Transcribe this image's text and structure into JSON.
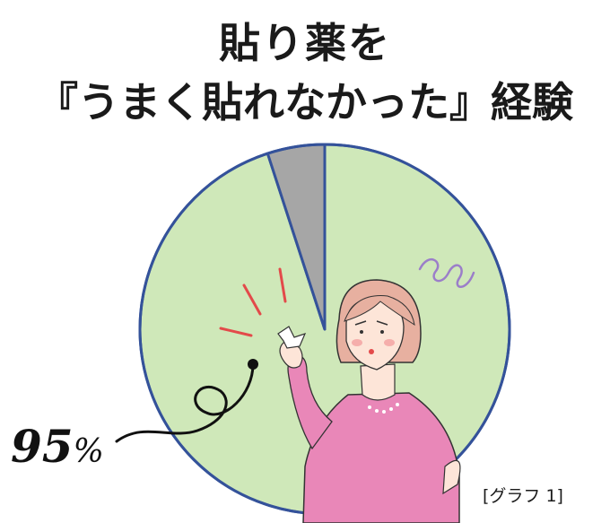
{
  "title": {
    "line1": "貼り薬を",
    "line2": "『うまく貼れなかった』経験"
  },
  "graph_number": "[グラフ 1]",
  "chart_data": {
    "type": "pie",
    "slices": [
      {
        "label": "95%",
        "value": 95,
        "color": "#cfe8b9"
      },
      {
        "label": "",
        "value": 5,
        "color": "#a6a6a6"
      }
    ],
    "border_color": "#34529a",
    "start_angle_deg": 0,
    "direction": "clockwise"
  },
  "labels": {
    "main_value": "95",
    "main_unit": "%"
  },
  "illustration": {
    "skin_color": "#fde5d8",
    "hair_color": "#e7b0a0",
    "top_color": "#e987b8",
    "accent_color": "#e34a4a",
    "swirl_color": "#9b7ec9"
  }
}
